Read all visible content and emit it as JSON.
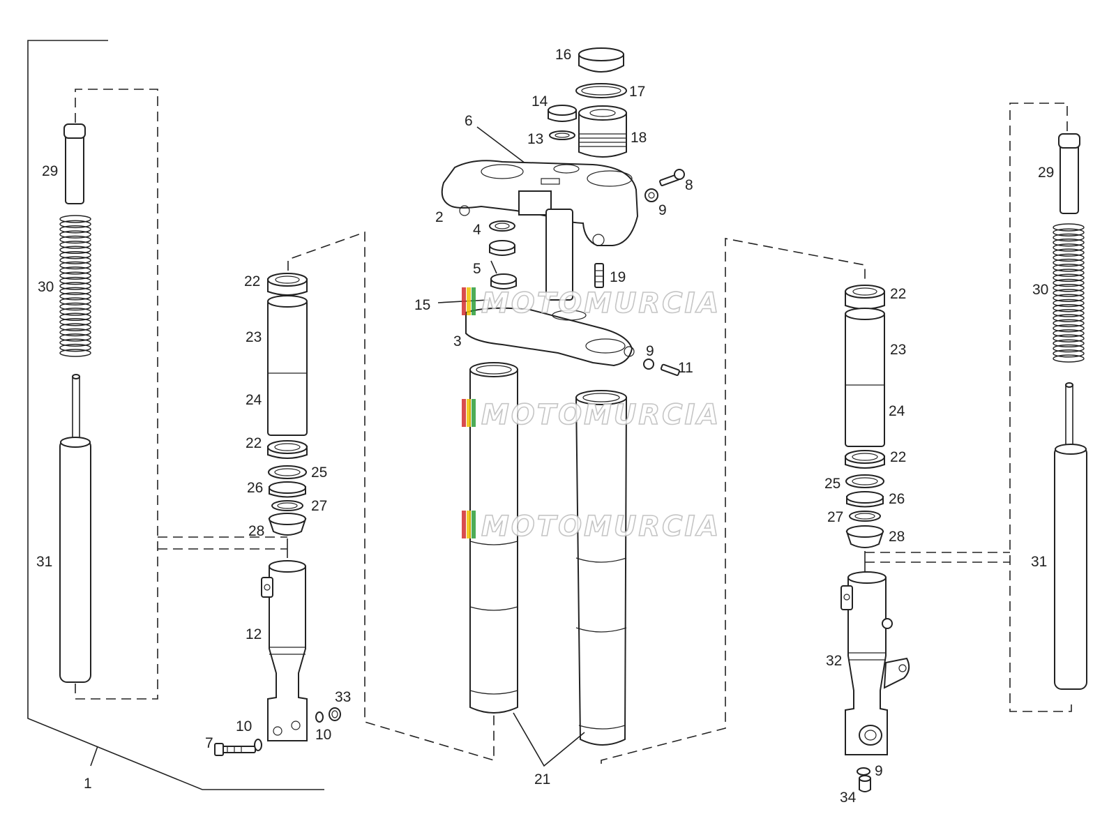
{
  "diagram": {
    "callouts": [
      {
        "id": "c1",
        "text": "1"
      },
      {
        "id": "c2",
        "text": "2"
      },
      {
        "id": "c3",
        "text": "3"
      },
      {
        "id": "c4",
        "text": "4"
      },
      {
        "id": "c5",
        "text": "5"
      },
      {
        "id": "c6",
        "text": "6"
      },
      {
        "id": "c7",
        "text": "7"
      },
      {
        "id": "c8",
        "text": "8"
      },
      {
        "id": "c9a",
        "text": "9"
      },
      {
        "id": "c9b",
        "text": "9"
      },
      {
        "id": "c9c",
        "text": "9"
      },
      {
        "id": "c10a",
        "text": "10"
      },
      {
        "id": "c10b",
        "text": "10"
      },
      {
        "id": "c11",
        "text": "11"
      },
      {
        "id": "c12",
        "text": "12"
      },
      {
        "id": "c13",
        "text": "13"
      },
      {
        "id": "c14",
        "text": "14"
      },
      {
        "id": "c15",
        "text": "15"
      },
      {
        "id": "c16",
        "text": "16"
      },
      {
        "id": "c17",
        "text": "17"
      },
      {
        "id": "c18",
        "text": "18"
      },
      {
        "id": "c19",
        "text": "19"
      },
      {
        "id": "c21",
        "text": "21"
      },
      {
        "id": "c22a",
        "text": "22"
      },
      {
        "id": "c22b",
        "text": "22"
      },
      {
        "id": "c22c",
        "text": "22"
      },
      {
        "id": "c22d",
        "text": "22"
      },
      {
        "id": "c23a",
        "text": "23"
      },
      {
        "id": "c23b",
        "text": "23"
      },
      {
        "id": "c24a",
        "text": "24"
      },
      {
        "id": "c24b",
        "text": "24"
      },
      {
        "id": "c25a",
        "text": "25"
      },
      {
        "id": "c25b",
        "text": "25"
      },
      {
        "id": "c26a",
        "text": "26"
      },
      {
        "id": "c26b",
        "text": "26"
      },
      {
        "id": "c27a",
        "text": "27"
      },
      {
        "id": "c27b",
        "text": "27"
      },
      {
        "id": "c28a",
        "text": "28"
      },
      {
        "id": "c28b",
        "text": "28"
      },
      {
        "id": "c29a",
        "text": "29"
      },
      {
        "id": "c29b",
        "text": "29"
      },
      {
        "id": "c30a",
        "text": "30"
      },
      {
        "id": "c30b",
        "text": "30"
      },
      {
        "id": "c31a",
        "text": "31"
      },
      {
        "id": "c31b",
        "text": "31"
      },
      {
        "id": "c32",
        "text": "32"
      },
      {
        "id": "c33",
        "text": "33"
      },
      {
        "id": "c34",
        "text": "34"
      }
    ],
    "watermark": {
      "text": "MOTOMURCIA",
      "colors": [
        "#d32f2f",
        "#f2c200",
        "#2e9e3a"
      ]
    }
  }
}
